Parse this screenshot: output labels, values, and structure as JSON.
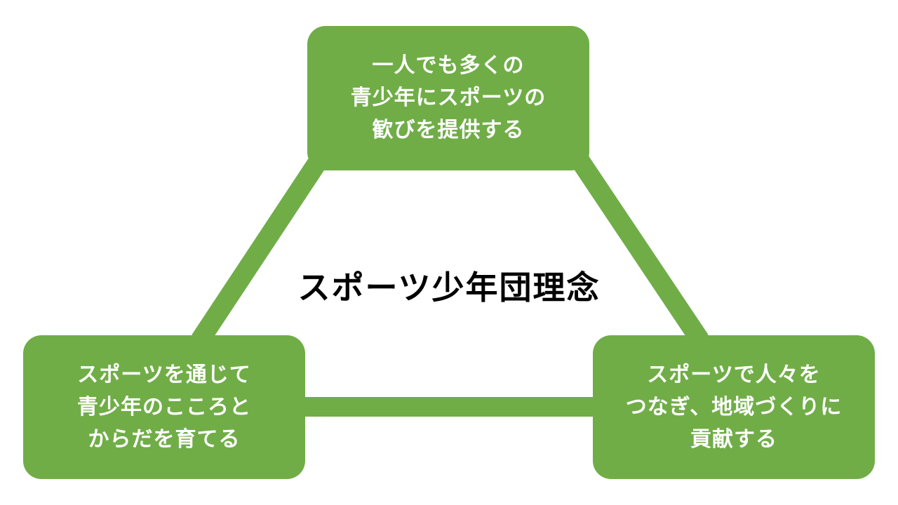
{
  "diagram": {
    "title": "スポーツ少年団理念",
    "accent_color": "#70AD47",
    "text_color": "#FFFFFF",
    "nodes": [
      {
        "id": "top",
        "lines": [
          "一人でも多くの",
          "青少年にスポーツの",
          "歓びを提供する"
        ]
      },
      {
        "id": "left",
        "lines": [
          "スポーツを通じて",
          "青少年のこころと",
          "からだを育てる"
        ]
      },
      {
        "id": "right",
        "lines": [
          "スポーツで人々を",
          "つなぎ、地域づくりに",
          "貢献する"
        ]
      }
    ],
    "edges": [
      {
        "from": "top",
        "to": "left"
      },
      {
        "from": "top",
        "to": "right"
      },
      {
        "from": "left",
        "to": "right"
      }
    ]
  }
}
